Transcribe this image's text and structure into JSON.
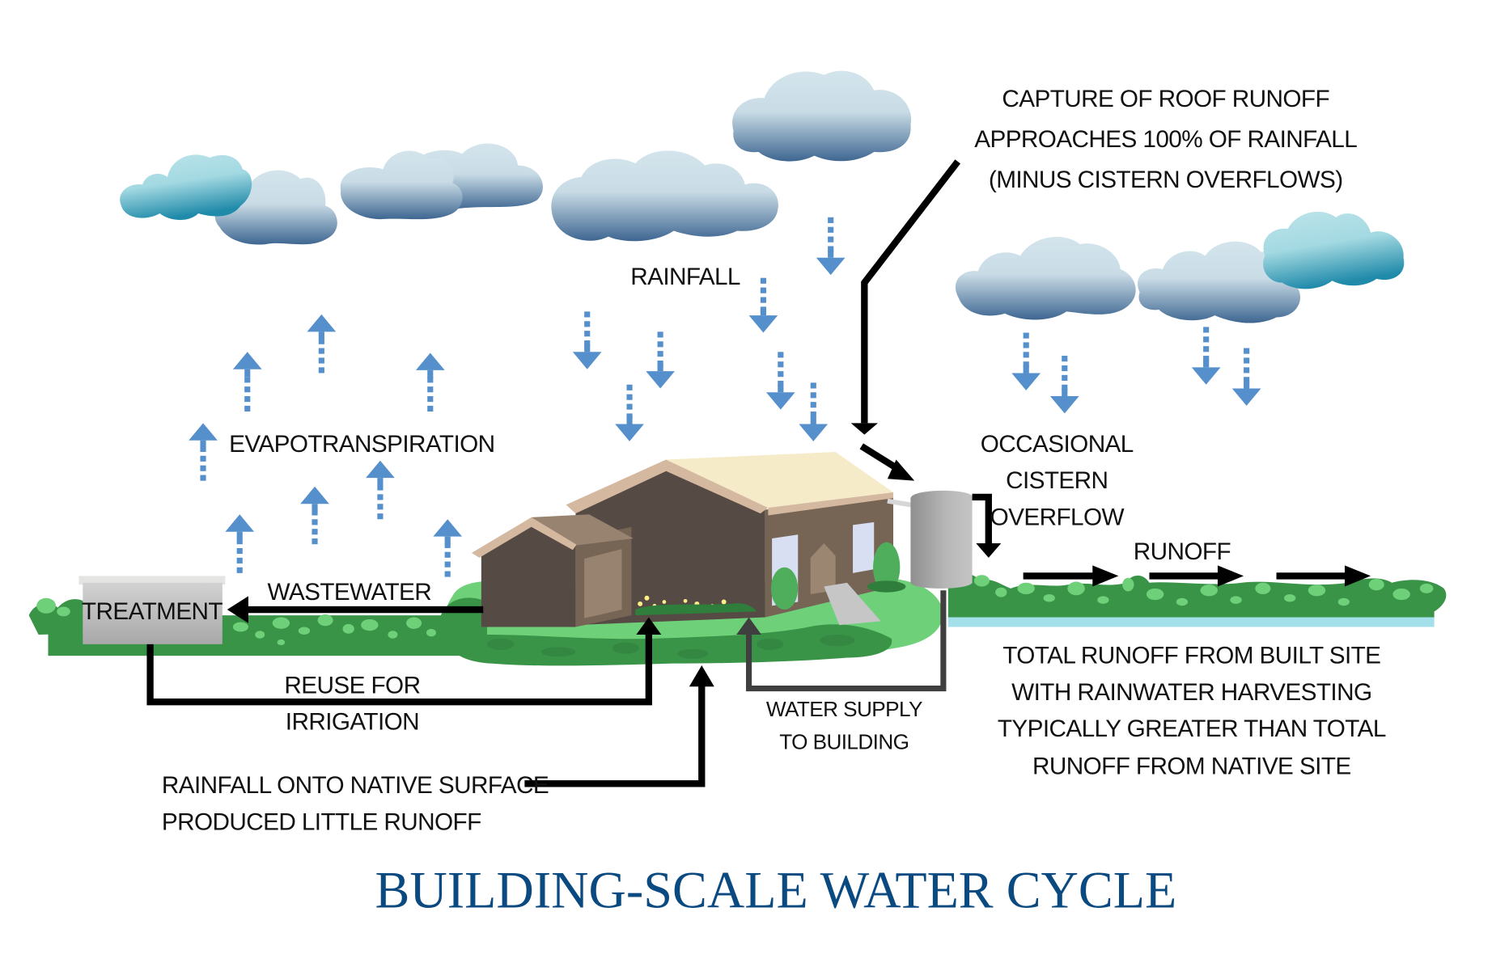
{
  "title": "BUILDING-SCALE WATER CYCLE",
  "colors": {
    "title": "#0b4a80",
    "rain_arrow": "#5590cc",
    "grass_dark": "#3a9448",
    "grass_light": "#6fd07a",
    "house_dark": "#554a44",
    "house_mid": "#766455",
    "roof_light": "#f6ebc9",
    "roof_trim": "#d5b8a0",
    "water_strip": "#a3e0ea",
    "treatment_box": "#c2c2c2"
  },
  "labels": {
    "capture_line1": "CAPTURE OF ROOF RUNOFF",
    "capture_line2": "APPROACHES 100% OF RAINFALL",
    "capture_line3": "(MINUS CISTERN OVERFLOWS)",
    "rainfall": "RAINFALL",
    "evapotranspiration": "EVAPOTRANSPIRATION",
    "occasional_line1": "OCCASIONAL",
    "occasional_line2": "CISTERN",
    "occasional_line3": "OVERFLOW",
    "runoff": "RUNOFF",
    "treatment": "TREATMENT",
    "wastewater": "WASTEWATER",
    "reuse_line1": "REUSE FOR",
    "reuse_line2": "IRRIGATION",
    "water_supply_line1": "WATER SUPPLY",
    "water_supply_line2": "TO BUILDING",
    "native_line1": "RAINFALL ONTO NATIVE SURFACE",
    "native_line2": "PRODUCED LITTLE RUNOFF",
    "total_line1": "TOTAL RUNOFF FROM BUILT SITE",
    "total_line2": "WITH RAINWATER HARVESTING",
    "total_line3": "TYPICALLY GREATER THAN TOTAL",
    "total_line4": "RUNOFF FROM NATIVE SITE"
  },
  "icons": {
    "cloud": "cloud-icon",
    "rain_arrow": "dashed-down-arrow-icon",
    "evap_arrow": "dashed-up-arrow-icon",
    "house": "house-icon",
    "cistern": "cistern-icon",
    "treatment": "treatment-tank-icon"
  }
}
